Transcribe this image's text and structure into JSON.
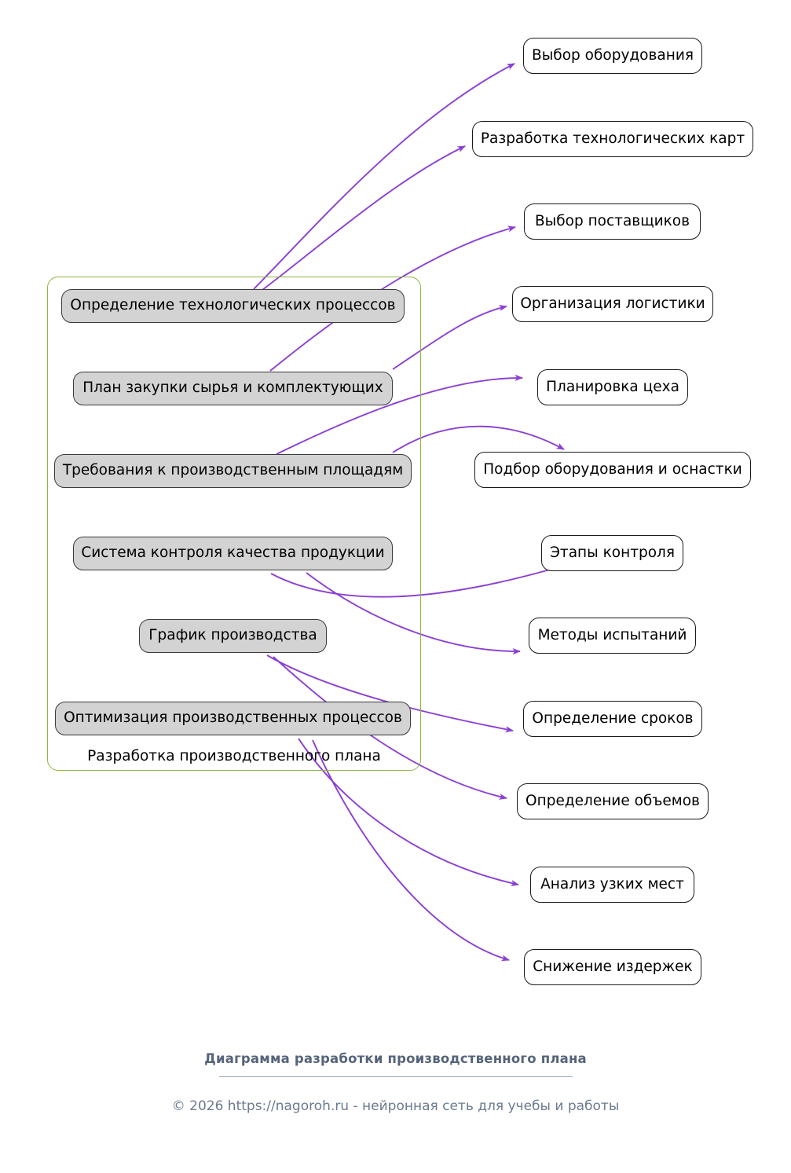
{
  "diagram": {
    "type": "flowchart",
    "direction": "left-to-right",
    "cluster": {
      "label": "Разработка производственного плана",
      "border_color": "#8cb63c"
    },
    "node_style": {
      "inner_fill": "#d3d3d3",
      "inner_border": "#3a3a3a",
      "outer_fill": "#ffffff",
      "outer_border": "#1a1a1a",
      "text_color": "#000000"
    },
    "edge_style": {
      "color": "#8b3fd4",
      "arrowhead": "arrow-icon"
    },
    "inner_nodes": [
      {
        "id": "n1",
        "label": "Определение технологических процессов"
      },
      {
        "id": "n2",
        "label": "План закупки сырья и комплектующих"
      },
      {
        "id": "n3",
        "label": "Требования к производственным площадям"
      },
      {
        "id": "n4",
        "label": "Система контроля качества продукции"
      },
      {
        "id": "n5",
        "label": "График производства"
      },
      {
        "id": "n6",
        "label": "Оптимизация производственных процессов"
      }
    ],
    "outer_nodes": [
      {
        "id": "o1",
        "label": "Выбор оборудования"
      },
      {
        "id": "o2",
        "label": "Разработка технологических карт"
      },
      {
        "id": "o3",
        "label": "Выбор поставщиков"
      },
      {
        "id": "o4",
        "label": "Организация логистики"
      },
      {
        "id": "o5",
        "label": "Планировка цеха"
      },
      {
        "id": "o6",
        "label": "Подбор оборудования и оснастки"
      },
      {
        "id": "o7",
        "label": "Этапы контроля"
      },
      {
        "id": "o8",
        "label": "Методы испытаний"
      },
      {
        "id": "o9",
        "label": "Определение сроков"
      },
      {
        "id": "o10",
        "label": "Определение объемов"
      },
      {
        "id": "o11",
        "label": "Анализ узких мест"
      },
      {
        "id": "o12",
        "label": "Снижение издержек"
      }
    ],
    "edges": [
      {
        "from": "n1",
        "to": "o1"
      },
      {
        "from": "n1",
        "to": "o2"
      },
      {
        "from": "n2",
        "to": "o3"
      },
      {
        "from": "n2",
        "to": "o4"
      },
      {
        "from": "n3",
        "to": "o5"
      },
      {
        "from": "n3",
        "to": "o6"
      },
      {
        "from": "n4",
        "to": "o7"
      },
      {
        "from": "n4",
        "to": "o8"
      },
      {
        "from": "n5",
        "to": "o9"
      },
      {
        "from": "n5",
        "to": "o10"
      },
      {
        "from": "n6",
        "to": "o11"
      },
      {
        "from": "n6",
        "to": "o12"
      }
    ]
  },
  "footer": {
    "title": "Диаграмма разработки производственного плана",
    "credit": "© 2026 https://nagoroh.ru - нейронная сеть для учебы и работы"
  }
}
